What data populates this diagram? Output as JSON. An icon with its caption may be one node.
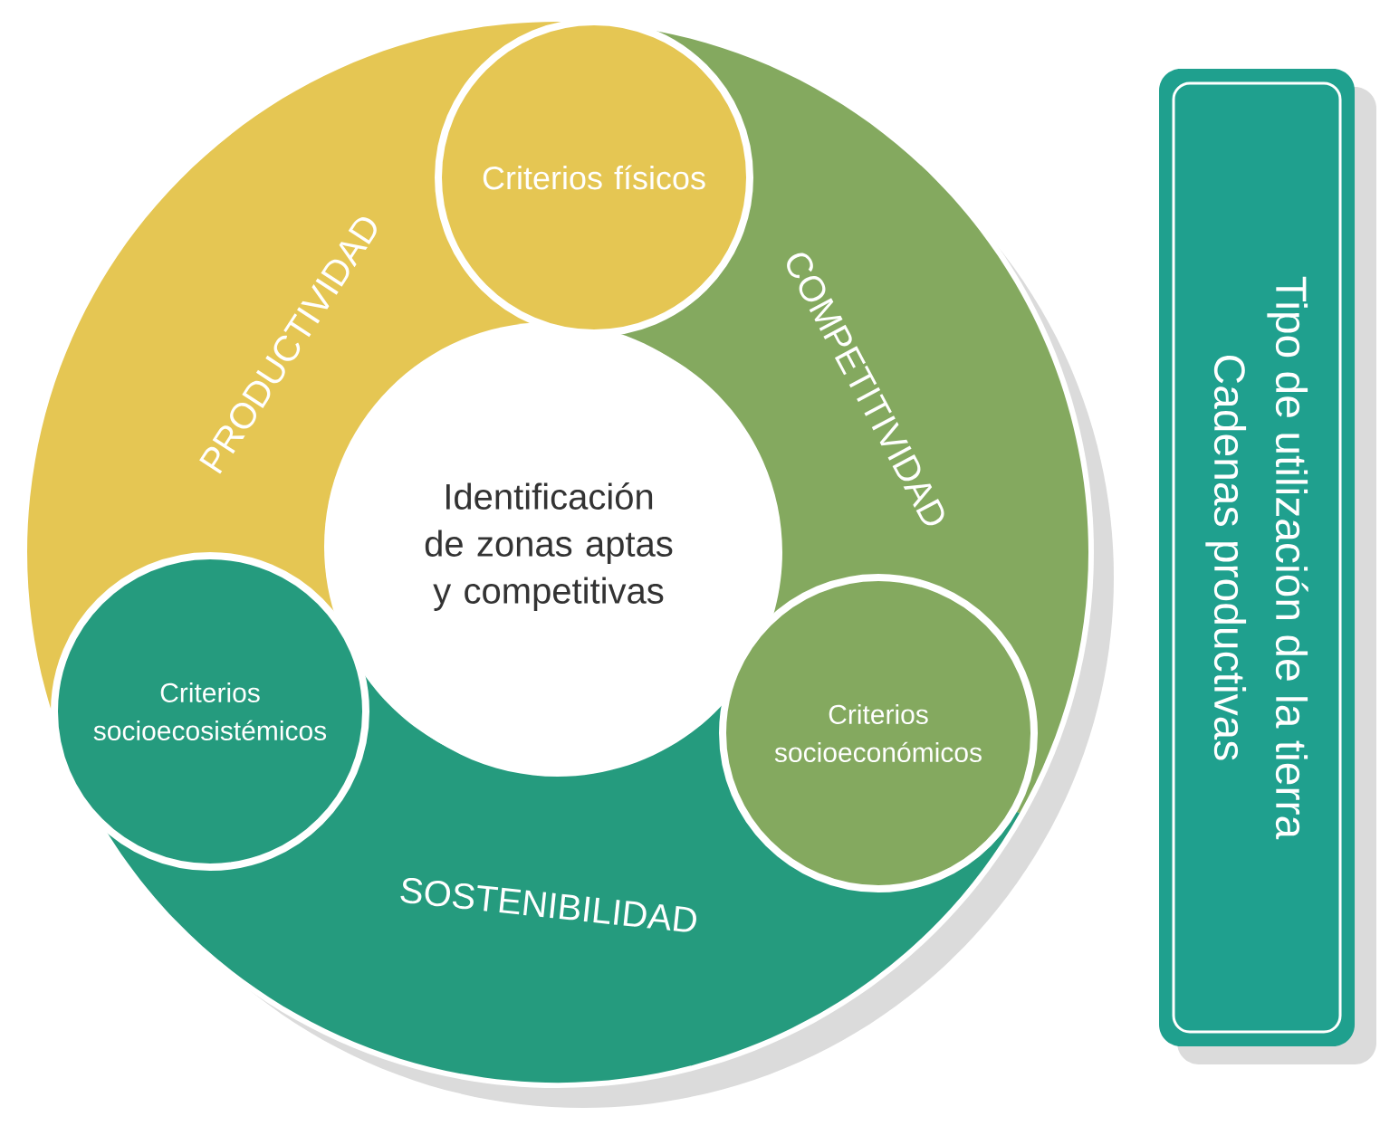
{
  "diagram": {
    "nodes": [
      {
        "text": [
          "PRODUCTIVIDAD"
        ]
      },
      {
        "text": [
          "COMPETITIVIDAD"
        ]
      },
      {
        "text": [
          "SOSTENIBILIDAD"
        ]
      },
      {
        "text": [
          "Identificación de zonas aptas y competitivas"
        ]
      },
      {
        "text": [
          "Criterios físicos"
        ]
      },
      {
        "text": [
          "Criterios socioecosistémicos"
        ]
      },
      {
        "text": [
          "Criterios socioeconómicos"
        ]
      },
      {
        "text": [
          "Tipo de utilización de la tierra",
          "Cadenas productivas"
        ]
      }
    ]
  }
}
